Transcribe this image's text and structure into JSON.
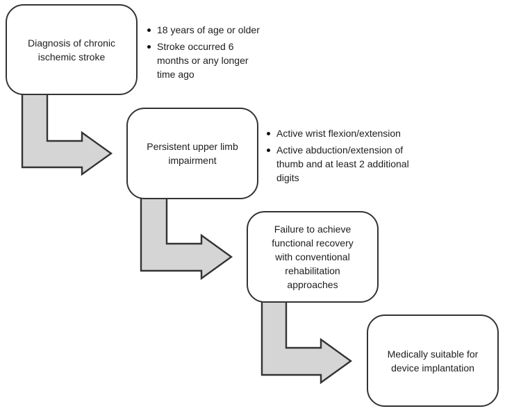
{
  "diagram": {
    "type": "flowchart",
    "steps": [
      {
        "label": "Diagnosis of chronic ischemic stroke"
      },
      {
        "label": "Persistent upper limb impairment"
      },
      {
        "label": "Failure to achieve functional recovery with conventional rehabilitation approaches"
      },
      {
        "label": "Medically suitable for device implantation"
      }
    ],
    "criteria_groups": [
      {
        "for_step": 1,
        "items": [
          "18 years of age or older",
          "Stroke occurred 6 months or any  longer time ago"
        ]
      },
      {
        "for_step": 2,
        "items": [
          "Active wrist flexion/extension",
          "Active abduction/extension of thumb and at least 2 additional digits"
        ]
      }
    ],
    "colors": {
      "background": "#ffffff",
      "box_fill": "#ffffff",
      "box_border": "#333333",
      "arrow_fill": "#d5d5d5",
      "arrow_border": "#333333",
      "text": "#1c1c1c"
    }
  }
}
